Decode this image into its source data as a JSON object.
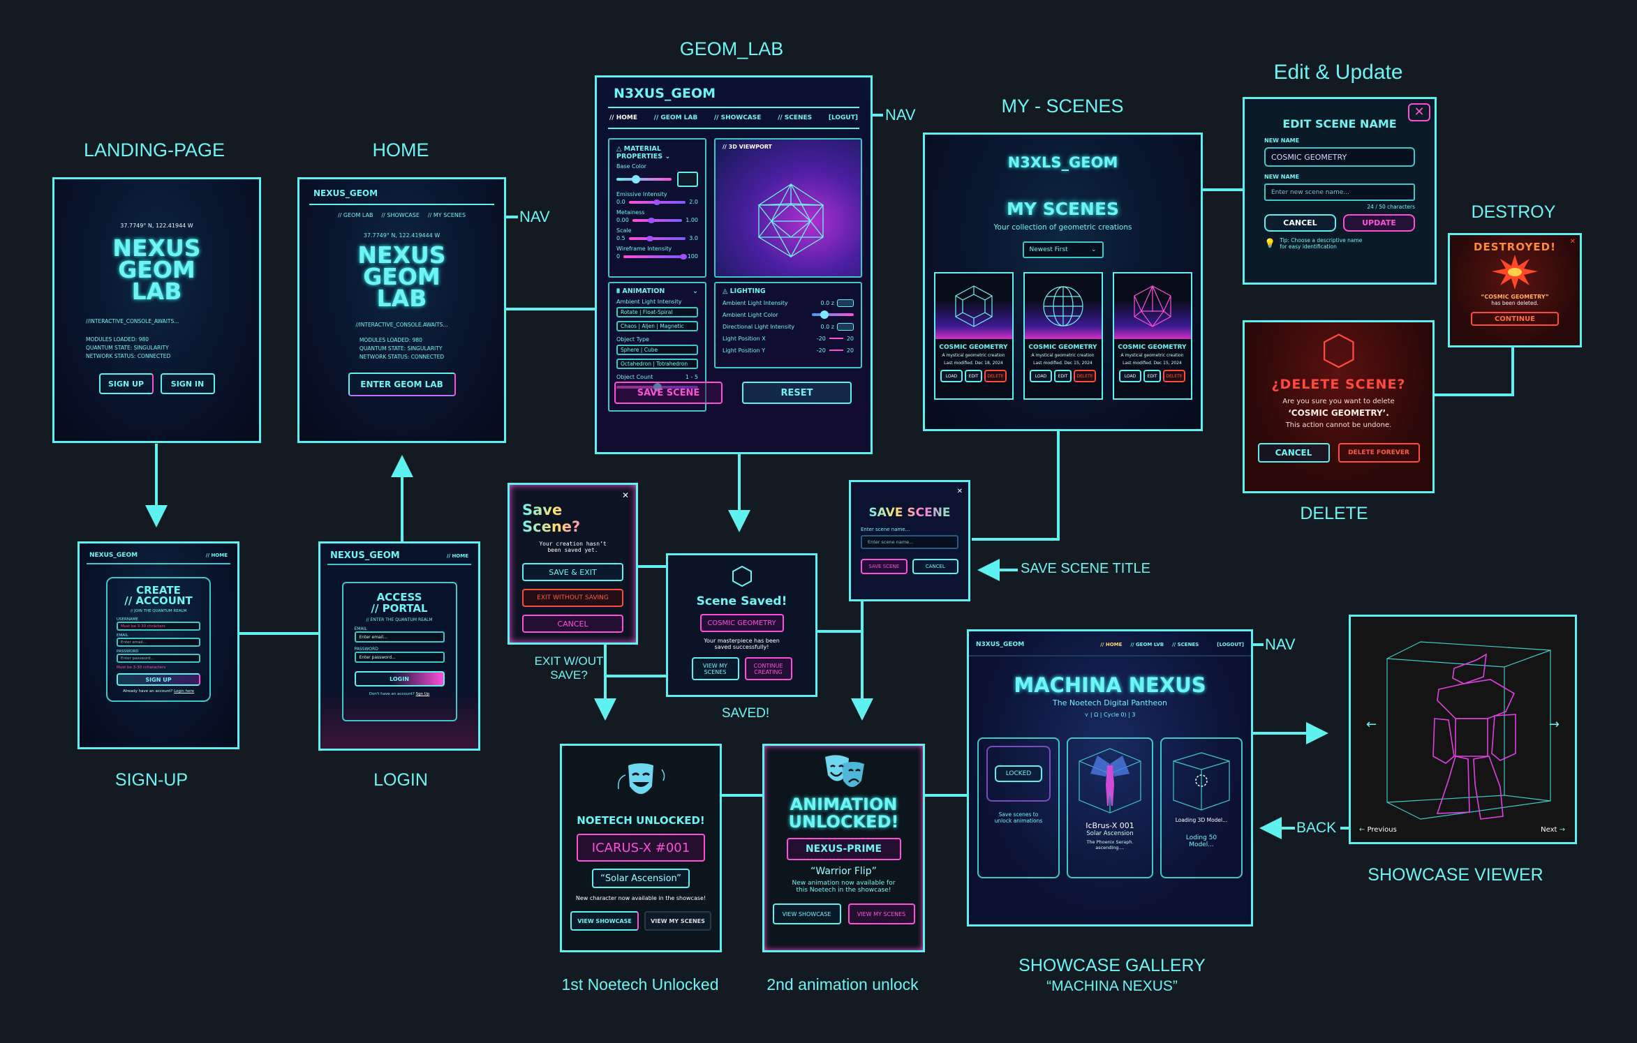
{
  "labels": {
    "landing": "LANDING-PAGE",
    "home": "HOME",
    "geom_lab": "GEOM_LAB",
    "my_scenes": "MY - SCENES",
    "edit": "Edit & Update",
    "destroy": "DESTROY",
    "delete": "DELETE",
    "signup": "SIGN-UP",
    "login": "LOGIN",
    "exit": "EXIT W/OUT SAVE?",
    "saved": "SAVED!",
    "save_title": "SAVE  SCENE TITLE",
    "noetech": "1st Noetech Unlocked",
    "animation": "2nd animation unlock",
    "gallery_1": "SHOWCASE GALLERY",
    "gallery_2": "“MACHINA NEXUS”",
    "viewer": "SHOWCASE VIEWER",
    "nav": "NAV",
    "back": "BACK"
  },
  "accent": "#5ff0f0",
  "magenta": "#ff4fd8",
  "danger": "#ff4a3d",
  "landing": {
    "coords": "37.7749°  N, 122.41944  W",
    "title": [
      "NEXUS",
      "GEOM",
      "LAB"
    ],
    "console": "//INTERACTIVE_CONSOLE_AWAITS...",
    "status": [
      "MODULES LOADED: 980",
      "QUANTUM STATE: SINGULARITY",
      "NETWORK STATUS: CONNECTED"
    ],
    "sign_up": "SIGN UP",
    "sign_in": "SIGN IN"
  },
  "home": {
    "brand": "NEXUS_GEOM",
    "nav": [
      "// GEOM LAB",
      "// SHOWCASE",
      "// MY SCENES"
    ],
    "coords": "37.7749° N, 122.419444  W",
    "title": [
      "NEXUS",
      "GEOM",
      "LAB"
    ],
    "console": "//INTERACTIVE_CONSOLE.AWAITS...",
    "status": [
      "MODULES LOADED: 980",
      "QUANTUM STATE: SINGULARITY",
      "NETWORK STATUS: CONNECTED"
    ],
    "enter": "ENTER GEOM LAB"
  },
  "geom_lab": {
    "brand": "N3XUS_GEOM",
    "nav": [
      "// HOME",
      "// GEOM LAB",
      "// SHOWCASE",
      "// SCENES",
      "[LOGUT]"
    ],
    "material": {
      "title": [
        "MATERIAL",
        "PROPERTIES"
      ],
      "base_color": "Base Color",
      "base_color_value": 0.35,
      "sliders": [
        {
          "label": "Emissive Intensity",
          "min": "0.0",
          "max": "2.0",
          "value": 0.5
        },
        {
          "label": "Metainess",
          "min": "0.00",
          "max": "1.00",
          "value": 0.4
        },
        {
          "label": "Scale",
          "min": "0.5",
          "max": "3.0",
          "value": 0.38
        },
        {
          "label": "Wireframe Intensity",
          "min": "0",
          "max": "100",
          "value": 1
        }
      ]
    },
    "animation": {
      "title": "ANIMATION",
      "ambient": "Ambient Light Intensity",
      "select1": "Rotate | Float-Spiral",
      "select2": "Chaos | Aljen | Magnetic",
      "object_type": "Object Type",
      "select3": "Sphere  |  Cube",
      "select4": "Octahedron | Totrahedron",
      "count_label": "Object Count",
      "count_range": "1 - 5",
      "count_value": 0.5
    },
    "viewport": "// 3D VIEWPORT",
    "lighting": {
      "title": "LIGHTING",
      "rows": [
        {
          "label": "Ambient Light Intensity",
          "value": "0.0 z"
        },
        {
          "label": "Ambient Light Color",
          "value": ""
        },
        {
          "label": "Directional Light Intensity",
          "value": "0.0 z"
        },
        {
          "label": "Light Position X",
          "min": "-20",
          "max": "20"
        },
        {
          "label": "Light Position Y",
          "min": "-20",
          "max": "20"
        }
      ],
      "color_value": 0.3
    },
    "save": "SAVE SCENE",
    "reset": "RESET"
  },
  "my_scenes": {
    "brand": "N3XLS_GEOM",
    "title": "MY SCENES",
    "subtitle": "Your collection of geometric creations",
    "sort": "Newest First",
    "cards": [
      {
        "name": "COSMIC GEOMETRY",
        "desc": "A mystical geometric creation",
        "date": "Last modified. Dec 18, 2024",
        "icon": "cube"
      },
      {
        "name": "COSMIC GEOMETRY",
        "desc": "A mystical geometric creation",
        "date": "Last modified. Dec 15, 2024",
        "icon": "sphere"
      },
      {
        "name": "COSMIC GEOMETRY",
        "desc": "A mystical geometric creation",
        "date": "Last modified. Dec 15, 2024",
        "icon": "icosahedron"
      }
    ],
    "load": "LOAD",
    "edit": "EDIT",
    "delete": "DELETE"
  },
  "edit": {
    "title": "EDIT SCENE NAME",
    "label1": "NEW NAME",
    "value": "COSMIC GEOMETRY",
    "label2": "NEW NAME",
    "placeholder": "Enter new scene name...",
    "counter": "24 / 50 characters",
    "cancel": "CANCEL",
    "update": "UPDATE",
    "tip": [
      "Tip: Choose a descriptive name",
      "for easy identification"
    ]
  },
  "delete": {
    "title": "¿DELETE SCENE?",
    "line1": "Are you sure you want to delete",
    "name": "‘COSMIC GEOMETRY’.",
    "line3": "This action cannot be undone.",
    "cancel": "CANCEL",
    "confirm": "DELETE FOREVER"
  },
  "destroy": {
    "title": "DESTROYED!",
    "name": "“COSMIC GEOMETRY”",
    "msg": "has been deleted.",
    "continue": "CONTINUE"
  },
  "signup": {
    "brand": "NEXUS_GEOM",
    "nav": "// HOME",
    "title": [
      "CREATE",
      "// ACCOUNT"
    ],
    "sub": "// JOIN THE QUANTUM REALM",
    "username": "USERNAME",
    "username_hint": "Must be 3-30 chrácters",
    "email": "EMAIL",
    "email_ph": "Enter email...",
    "password": "PASSWORD",
    "password_ph": "Enter password...",
    "error": "Must be 3-30 ccharacters",
    "submit": "SIGN UP",
    "footer": "Already have an account?",
    "footer_link": "Login here"
  },
  "login": {
    "brand": "NEXUS_GEOM",
    "nav": "// HOME",
    "title": [
      "ACCESS",
      "// PORTAL"
    ],
    "sub": "//  ENTER THE QUANTUM REALM",
    "email": "EMAIL",
    "email_ph": "Enter email...",
    "password": "PASSWORD",
    "password_ph": "Enter password...",
    "submit": "LOGIN",
    "footer": "Don't have an account?",
    "footer_link": "Sgn Up"
  },
  "save_prompt": {
    "title": "Save Scene?",
    "msg": [
      "Your creation hasn’t",
      "been saved yet."
    ],
    "save_exit": "SAVE & EXIT",
    "exit": "EXIT WITHOUT SAVING",
    "cancel": "CANCEL"
  },
  "scene_saved": {
    "title": "Scene Saved!",
    "name": "COSMIC GEOMETRY",
    "msg": [
      "Your masterpiece has been",
      "saved successfully!"
    ],
    "view": "VIEW MY SCENES",
    "continue": "CONTINUE CREATING"
  },
  "save_title": {
    "title": "SAVE SCENE",
    "label": "Enter scene name...",
    "placeholder": "Enter scene name...",
    "save": "SAVE SCENE",
    "cancel": "CANCEL"
  },
  "noetech": {
    "title": "NOETECH UNLOCKED!",
    "name": "ICARUS-X #001",
    "anim": "“Solar Ascension”",
    "msg": "New character now available in the showcase!",
    "showcase": "VIEW SHOWCASE",
    "scenes": "VIEW MY SCENES"
  },
  "animation": {
    "title": [
      "ANIMATION",
      "UNLOCKED!"
    ],
    "name": "NEXUS-PRIME",
    "anim": "“Warrior Flip”",
    "msg": [
      "New animation now available for",
      "this Noetech in the showcase!"
    ],
    "showcase": "VIEW SHOWCASE",
    "scenes": "VIEW MY SCENES"
  },
  "gallery": {
    "brand": "N3XUS_GEOM",
    "nav": [
      "// HOME",
      "// GEOM LVB",
      "// SCENES",
      "[LOGOUT]"
    ],
    "title": "MACHINA NEXUS",
    "subtitle": "The Noetech Digital Pantheon",
    "meta": "⋎ | Ω |  Cycle 0)  |  3",
    "locked": "LOCKED",
    "locked_msg": [
      "Save scenes to",
      "unlock animations"
    ],
    "card2": {
      "name": "IcBrus-X 001",
      "anim": "Solar Ascension",
      "desc": [
        "The Phoenix Seraph.",
        "ascending...."
      ]
    },
    "card3": {
      "loading": "Loading 3D Model...",
      "msg": [
        "Loding 50",
        "Model..."
      ]
    }
  },
  "viewer": {
    "prev": "Previous",
    "next": "Next"
  }
}
